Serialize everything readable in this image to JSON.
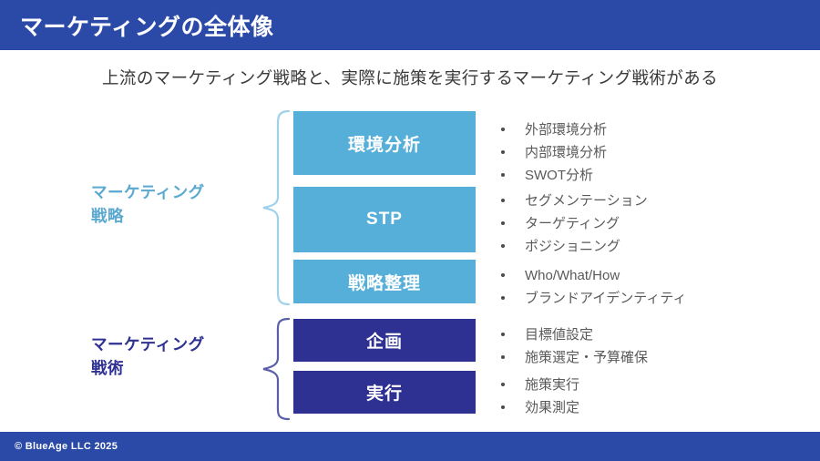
{
  "header": {
    "title": "マーケティングの全体像",
    "bg_color": "#2B4AA8"
  },
  "subtitle": {
    "text": "上流のマーケティング戦略と、実際に施策を実行するマーケティング戦術がある"
  },
  "colors": {
    "header_blue": "#2B4AA8",
    "light_blue": "#55AFD8",
    "dark_navy": "#2E3192",
    "label_light_blue": "#5BA9D0",
    "bullet_text": "#5A5A5A"
  },
  "groups": [
    {
      "label": "マーケティング戦略",
      "label_line1": "マーケティング",
      "label_line2": "戦略",
      "color": "#5BA9D0"
    },
    {
      "label": "マーケティング戦術",
      "label_line1": "マーケティング",
      "label_line2": "戦術",
      "color": "#2E3192"
    }
  ],
  "rows": [
    {
      "box_label": "環境分析",
      "box_color": "#55AFD8",
      "bullets": [
        "外部環境分析",
        "内部環境分析",
        "SWOT分析"
      ]
    },
    {
      "box_label": "STP",
      "box_color": "#55AFD8",
      "bullets": [
        "セグメンテーション",
        "ターゲティング",
        "ポジショニング"
      ]
    },
    {
      "box_label": "戦略整理",
      "box_color": "#55AFD8",
      "bullets": [
        "Who/What/How",
        "ブランドアイデンティティ"
      ]
    },
    {
      "box_label": "企画",
      "box_color": "#2E3192",
      "bullets": [
        "目標値設定",
        "施策選定・予算確保"
      ]
    },
    {
      "box_label": "実行",
      "box_color": "#2E3192",
      "bullets": [
        "施策実行",
        "効果測定"
      ]
    }
  ],
  "footer": {
    "text": "© BlueAge LLC 2025",
    "bg_color": "#2B4AA8"
  }
}
